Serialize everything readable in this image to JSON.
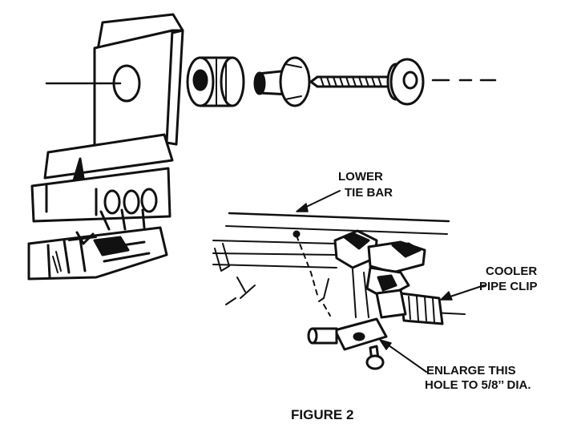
{
  "labels": {
    "lower": "LOWER",
    "tie_bar": "TIE BAR",
    "cooler": "COOLER",
    "pipe_clip": "PIPE CLIP",
    "enlarge": "ENLARGE THIS",
    "hole": "HOLE TO 5/8’’ DIA."
  },
  "caption": "FIGURE 2",
  "colors": {
    "ink": "#111111",
    "paper": "#ffffff"
  }
}
